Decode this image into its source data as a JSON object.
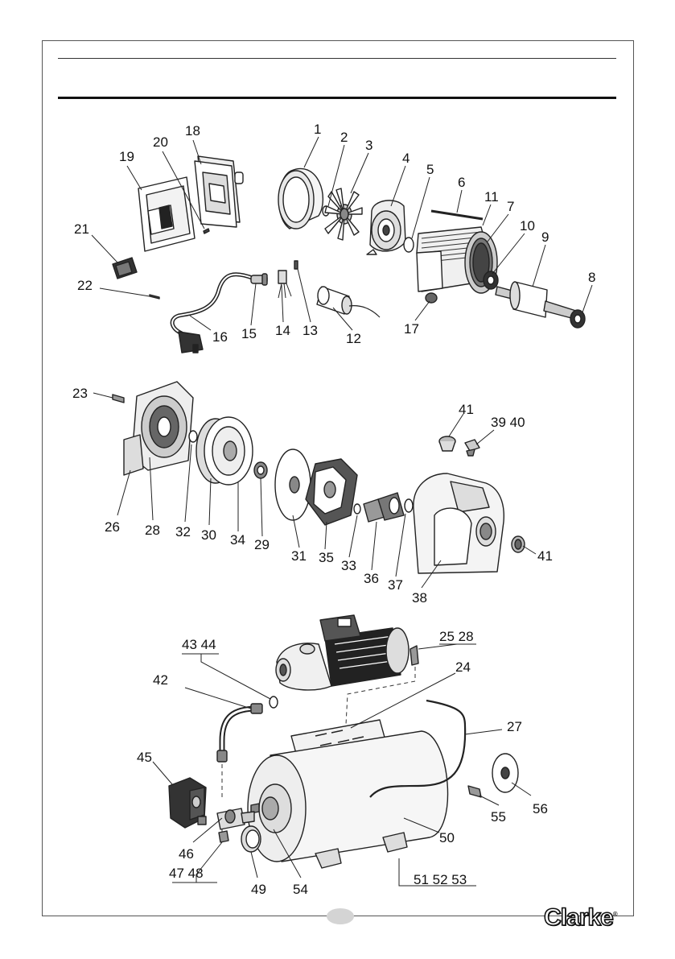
{
  "labels": {
    "p1": "1",
    "p2": "2",
    "p3": "3",
    "p4": "4",
    "p5": "5",
    "p6": "6",
    "p7": "7",
    "p8": "8",
    "p9": "9",
    "p10": "10",
    "p11": "11",
    "p12": "12",
    "p13": "13",
    "p14": "14",
    "p15": "15",
    "p16": "16",
    "p17": "17",
    "p18": "18",
    "p19": "19",
    "p20": "20",
    "p21": "21",
    "p22": "22",
    "p23": "23",
    "p24": "24",
    "p2528": "25 28",
    "p26": "26",
    "p27": "27",
    "p28": "28",
    "p29": "29",
    "p30": "30",
    "p31": "31",
    "p32": "32",
    "p33": "33",
    "p34": "34",
    "p35": "35",
    "p36": "36",
    "p37": "37",
    "p38": "38",
    "p3940": "39 40",
    "p41a": "41",
    "p41b": "41",
    "p42": "42",
    "p4344": "43 44",
    "p45": "45",
    "p46": "46",
    "p4748": "47 48",
    "p49": "49",
    "p50": "50",
    "p515253": "51 52 53",
    "p54": "54",
    "p55": "55",
    "p56": "56"
  },
  "brand": {
    "logo_text": "Clarke",
    "logo_mark": "®"
  }
}
